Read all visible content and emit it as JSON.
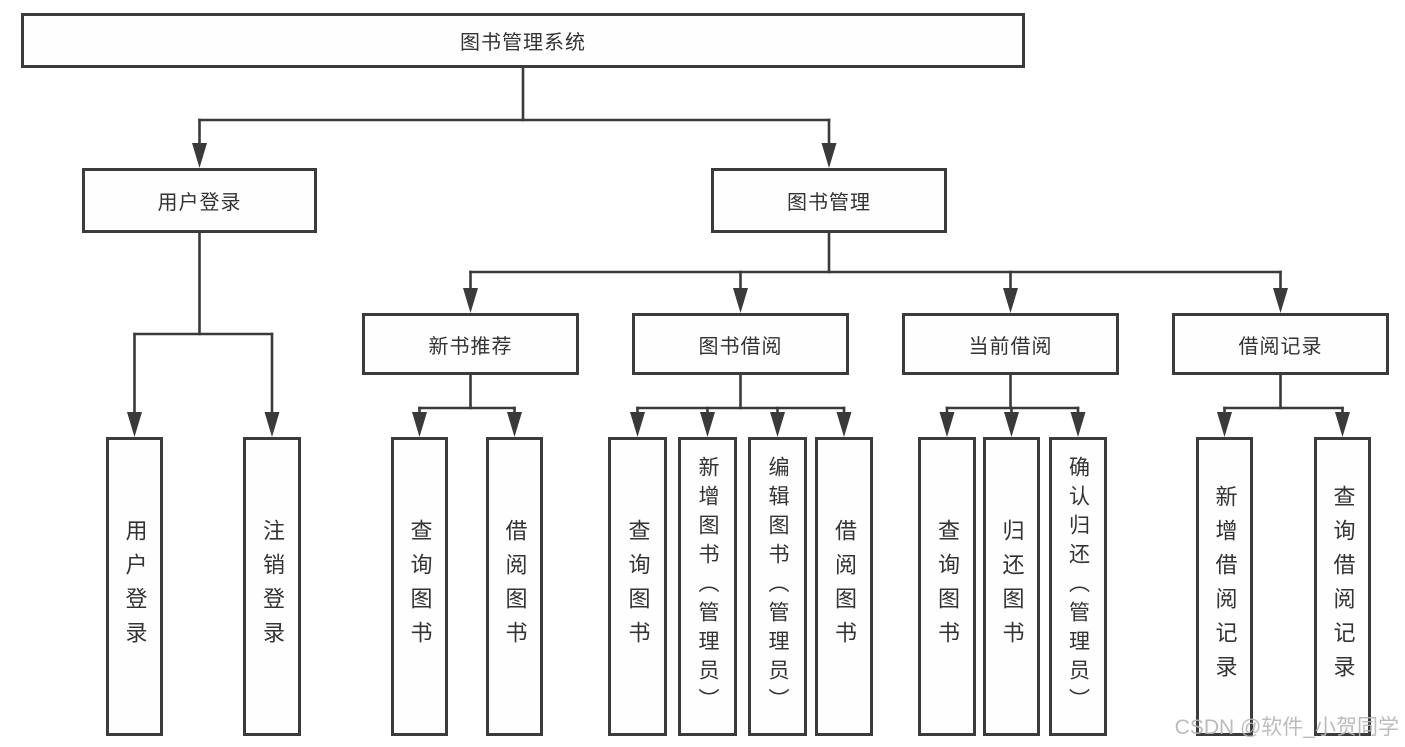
{
  "tree": {
    "label": "图书管理系统",
    "children": [
      {
        "label": "用户登录",
        "children": [
          {
            "label": "用户登录"
          },
          {
            "label": "注销登录"
          }
        ]
      },
      {
        "label": "图书管理",
        "children": [
          {
            "label": "新书推荐",
            "children": [
              {
                "label": "查询图书"
              },
              {
                "label": "借阅图书"
              }
            ]
          },
          {
            "label": "图书借阅",
            "children": [
              {
                "label": "查询图书"
              },
              {
                "label": "新增图书（管理员）"
              },
              {
                "label": "编辑图书（管理员）"
              },
              {
                "label": "借阅图书"
              }
            ]
          },
          {
            "label": "当前借阅",
            "children": [
              {
                "label": "查询图书"
              },
              {
                "label": "归还图书"
              },
              {
                "label": "确认归还（管理员）"
              }
            ]
          },
          {
            "label": "借阅记录",
            "children": [
              {
                "label": "新增借阅记录"
              },
              {
                "label": "查询借阅记录"
              }
            ]
          }
        ]
      }
    ]
  },
  "watermark": {
    "text": "CSDN @软件_小贺同学"
  },
  "colors": {
    "line": "#3a3a3a",
    "border": "#3b3b3b",
    "text": "#333333",
    "watermark": "#b7b7b7"
  }
}
